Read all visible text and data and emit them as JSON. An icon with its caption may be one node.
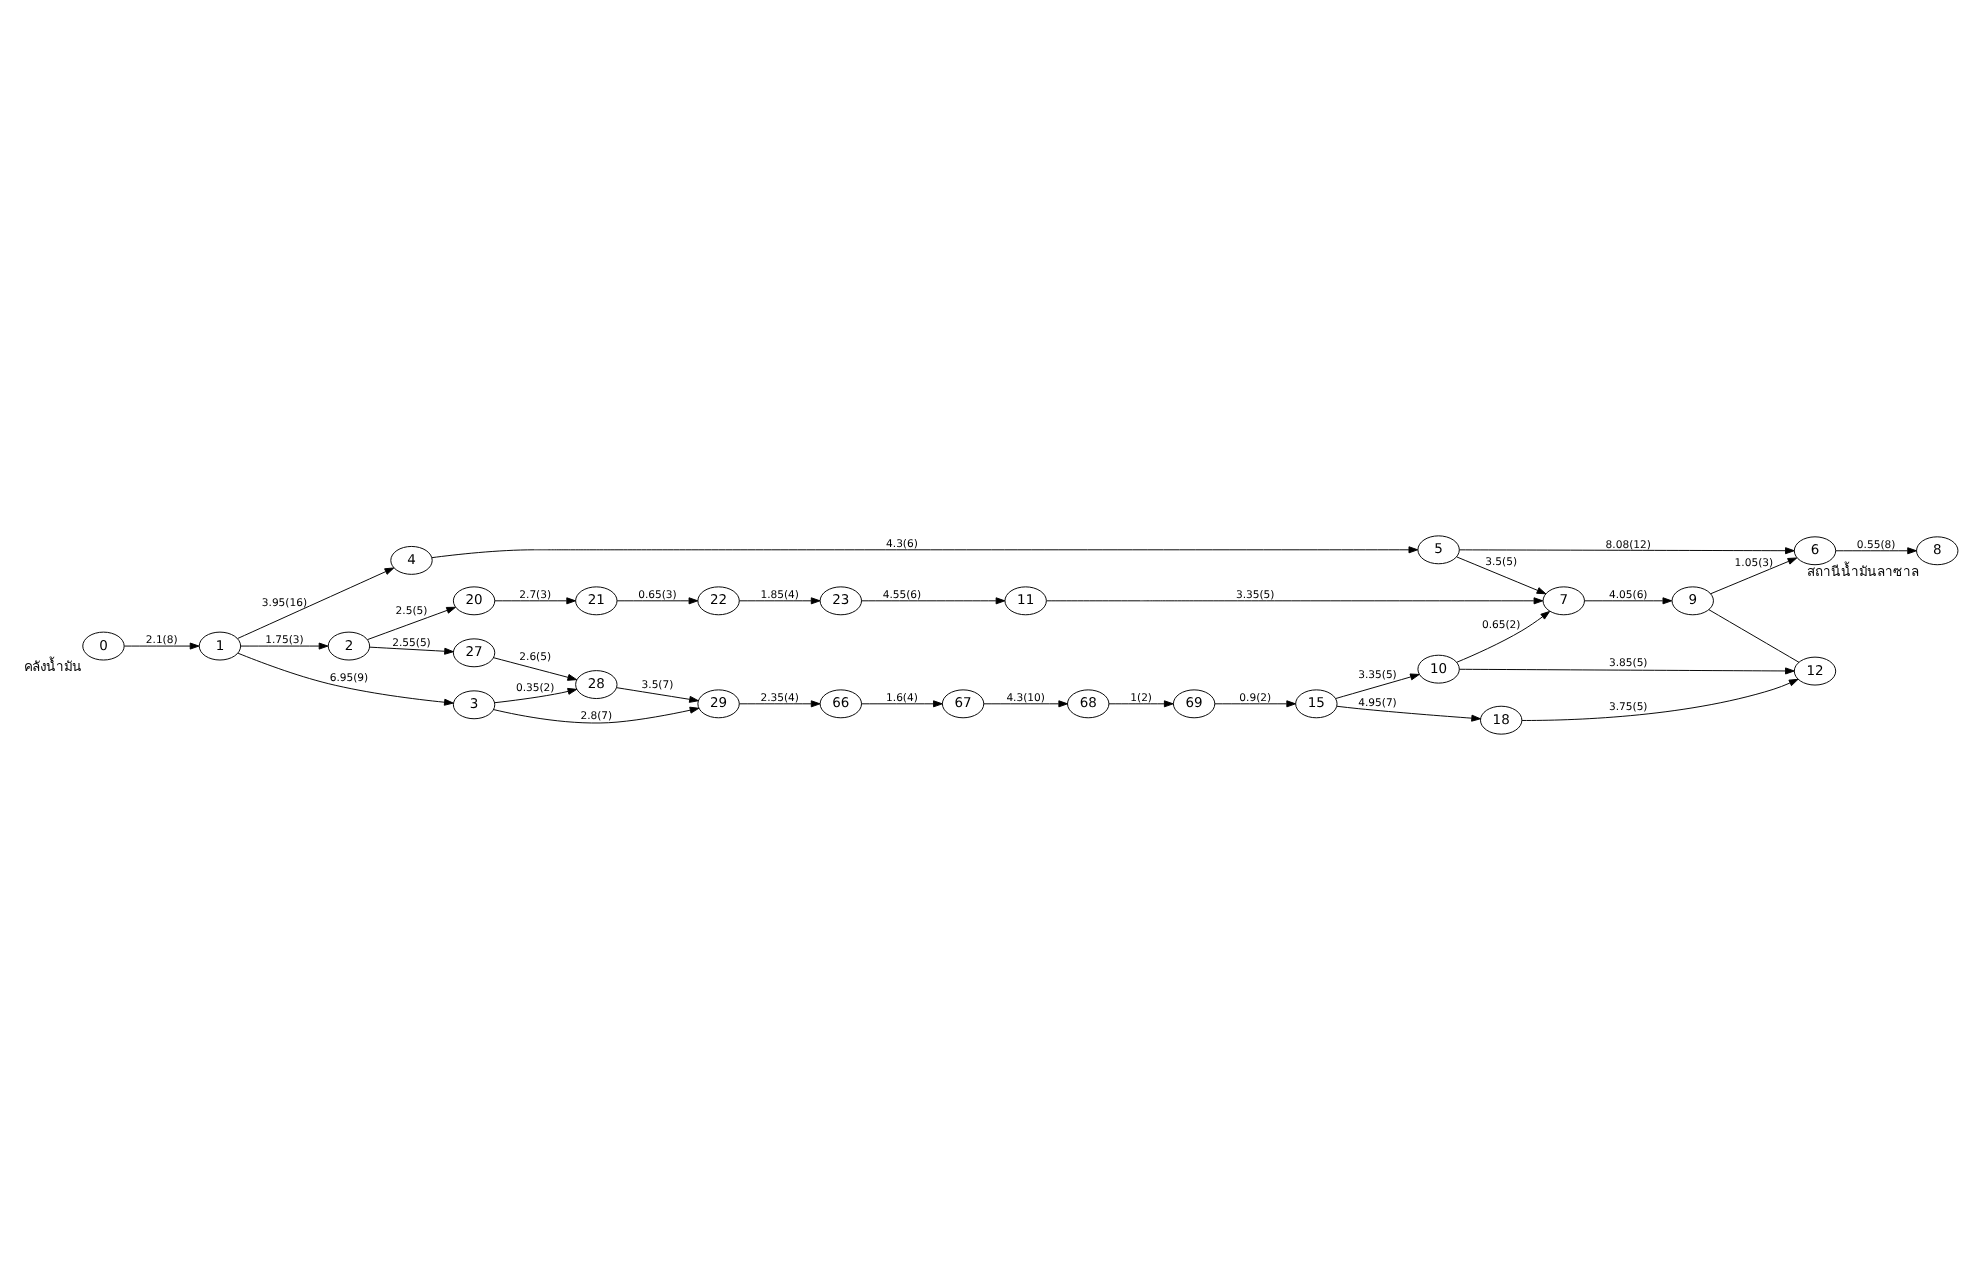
{
  "diagram": {
    "nodes": [
      {
        "text": [
          "0"
        ],
        "beside": [
          "คลังน้ำมัน"
        ]
      },
      {
        "text": [
          "1"
        ]
      },
      {
        "text": [
          "2"
        ]
      },
      {
        "text": [
          "3"
        ]
      },
      {
        "text": [
          "4"
        ]
      },
      {
        "text": [
          "5"
        ]
      },
      {
        "text": [
          "6"
        ]
      },
      {
        "text": [
          "7"
        ]
      },
      {
        "text": [
          "8"
        ],
        "beside": [
          "สถานีน้ำมันลาซาล"
        ]
      },
      {
        "text": [
          "9"
        ]
      },
      {
        "text": [
          "10"
        ]
      },
      {
        "text": [
          "11"
        ]
      },
      {
        "text": [
          "12"
        ]
      },
      {
        "text": [
          "15"
        ]
      },
      {
        "text": [
          "18"
        ]
      },
      {
        "text": [
          "20"
        ]
      },
      {
        "text": [
          "21"
        ]
      },
      {
        "text": [
          "22"
        ]
      },
      {
        "text": [
          "23"
        ]
      },
      {
        "text": [
          "27"
        ]
      },
      {
        "text": [
          "28"
        ]
      },
      {
        "text": [
          "29"
        ]
      },
      {
        "text": [
          "66"
        ]
      },
      {
        "text": [
          "67"
        ]
      },
      {
        "text": [
          "68"
        ]
      },
      {
        "text": [
          "69"
        ]
      }
    ],
    "edges": [
      {
        "from": 0,
        "to": 1,
        "arrow": "to",
        "label": "2.1(8)"
      },
      {
        "from": 1,
        "to": 4,
        "arrow": "to",
        "label": "3.95(16)"
      },
      {
        "from": 1,
        "to": 2,
        "arrow": "to",
        "label": "1.75(3)"
      },
      {
        "from": 1,
        "to": 3,
        "arrow": "to",
        "label": "6.95(9)"
      },
      {
        "from": 4,
        "to": 5,
        "arrow": "to",
        "label": "4.3(6)"
      },
      {
        "from": 5,
        "to": 6,
        "arrow": "to",
        "label": "8.08(12)"
      },
      {
        "from": 5,
        "to": 7,
        "arrow": "to",
        "label": "3.5(5)"
      },
      {
        "from": 6,
        "to": 8,
        "arrow": "to",
        "label": "0.55(8)"
      },
      {
        "from": 9,
        "to": 6,
        "arrow": "to",
        "label": "1.05(3)"
      },
      {
        "from": 9,
        "to": 12,
        "arrow": "none"
      },
      {
        "from": 7,
        "to": 9,
        "arrow": "to",
        "label": "4.05(6)"
      },
      {
        "from": 10,
        "to": 7,
        "arrow": "to",
        "label": "0.65(2)"
      },
      {
        "from": 10,
        "to": 12,
        "arrow": "to",
        "label": "3.85(5)"
      },
      {
        "from": 11,
        "to": 7,
        "arrow": "to",
        "label": "3.35(5)"
      },
      {
        "from": 14,
        "to": 12,
        "arrow": "to",
        "label": "3.75(5)"
      },
      {
        "from": 13,
        "to": 14,
        "arrow": "to",
        "label": "4.95(7)"
      },
      {
        "from": 13,
        "to": 10,
        "arrow": "to",
        "label": "3.35(5)"
      },
      {
        "from": 25,
        "to": 13,
        "arrow": "to",
        "label": "0.9(2)"
      },
      {
        "from": 24,
        "to": 25,
        "arrow": "to",
        "label": "1(2)"
      },
      {
        "from": 23,
        "to": 24,
        "arrow": "to",
        "label": "4.3(10)"
      },
      {
        "from": 2,
        "to": 15,
        "arrow": "to",
        "label": "2.5(5)"
      },
      {
        "from": 2,
        "to": 19,
        "arrow": "to",
        "label": "2.55(5)"
      },
      {
        "from": 15,
        "to": 16,
        "arrow": "to",
        "label": "2.7(3)"
      },
      {
        "from": 16,
        "to": 17,
        "arrow": "to",
        "label": "0.65(3)"
      },
      {
        "from": 17,
        "to": 18,
        "arrow": "to",
        "label": "1.85(4)"
      },
      {
        "from": 18,
        "to": 11,
        "arrow": "to",
        "label": "4.55(6)"
      },
      {
        "from": 3,
        "to": 20,
        "arrow": "to",
        "label": "0.35(2)"
      },
      {
        "from": 3,
        "to": 21,
        "arrow": "to",
        "label": "2.8(7)"
      },
      {
        "from": 19,
        "to": 20,
        "arrow": "to",
        "label": "2.6(5)"
      },
      {
        "from": 20,
        "to": 21,
        "arrow": "to",
        "label": "3.5(7)"
      },
      {
        "from": 21,
        "to": 22,
        "arrow": "to",
        "label": "2.35(4)"
      },
      {
        "from": 22,
        "to": 23,
        "arrow": "to",
        "label": "1.6(4)"
      }
    ]
  }
}
